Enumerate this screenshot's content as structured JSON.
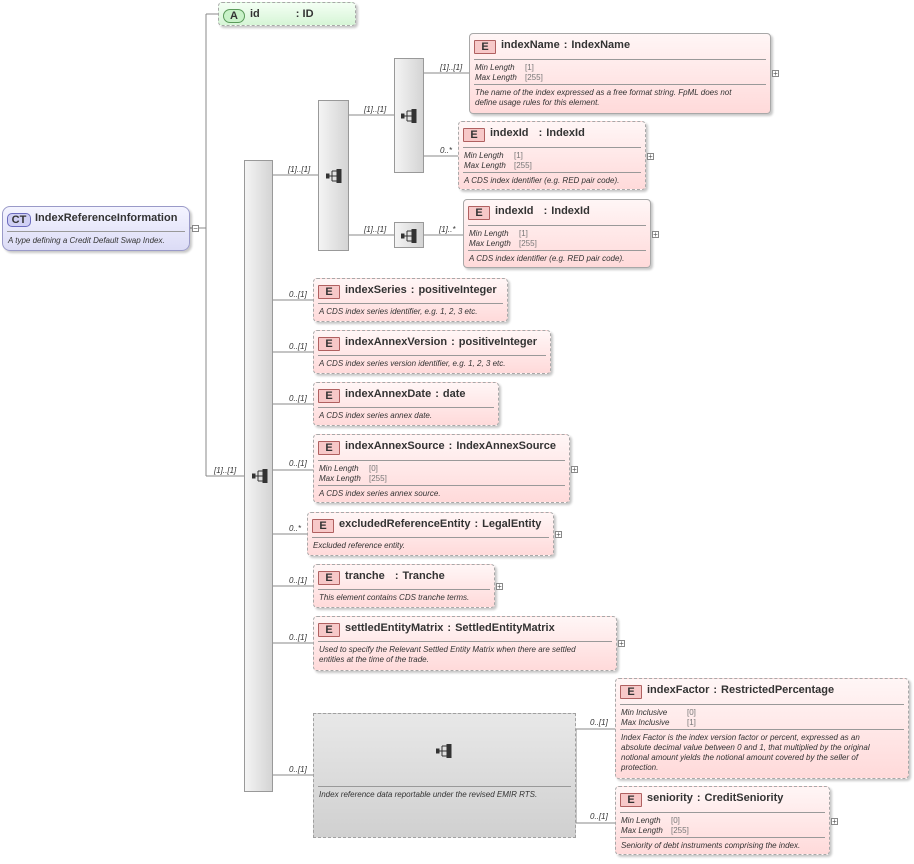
{
  "attribute": {
    "badge": "A",
    "name": "id",
    "type": "ID"
  },
  "root": {
    "badge": "CT",
    "name": "IndexReferenceInformation",
    "doc": "A type defining a Credit Default Swap Index."
  },
  "facet_labels": {
    "min_length": "Min Length",
    "max_length": "Max Length",
    "min_inclusive": "Min Inclusive",
    "max_inclusive": "Max Inclusive"
  },
  "elements": {
    "indexName": {
      "badge": "E",
      "name": "indexName",
      "type": "IndexName",
      "min": "[1]",
      "max": "[255]",
      "doc1": "The name of the index expressed as a free format string. FpML does not",
      "doc2": "define usage rules for this element."
    },
    "indexId1": {
      "badge": "E",
      "name": "indexId",
      "type": "IndexId",
      "min": "[1]",
      "max": "[255]",
      "doc1": "A CDS index identifier (e.g. RED pair code)."
    },
    "indexId2": {
      "badge": "E",
      "name": "indexId",
      "type": "IndexId",
      "min": "[1]",
      "max": "[255]",
      "doc1": "A CDS index identifier (e.g. RED pair code)."
    },
    "indexSeries": {
      "badge": "E",
      "name": "indexSeries",
      "type": "positiveInteger",
      "doc1": "A CDS index series identifier, e.g. 1, 2, 3 etc."
    },
    "indexAnnexVersion": {
      "badge": "E",
      "name": "indexAnnexVersion",
      "type": "positiveInteger",
      "doc1": "A CDS index series version identifier, e.g. 1, 2, 3 etc."
    },
    "indexAnnexDate": {
      "badge": "E",
      "name": "indexAnnexDate",
      "type": "date",
      "doc1": "A CDS index series annex date."
    },
    "indexAnnexSource": {
      "badge": "E",
      "name": "indexAnnexSource",
      "type": "IndexAnnexSource",
      "min": "[0]",
      "max": "[255]",
      "doc1": "A CDS index series annex source."
    },
    "excludedReferenceEntity": {
      "badge": "E",
      "name": "excludedReferenceEntity",
      "type": "LegalEntity",
      "doc1": "Excluded reference entity."
    },
    "tranche": {
      "badge": "E",
      "name": "tranche",
      "type": "Tranche",
      "doc1": "This element contains CDS tranche terms."
    },
    "settledEntityMatrix": {
      "badge": "E",
      "name": "settledEntityMatrix",
      "type": "SettledEntityMatrix",
      "doc1": "Used to specify the Relevant Settled Entity Matrix when there are settled",
      "doc2": "entities at the time of the trade."
    },
    "indexFactor": {
      "badge": "E",
      "name": "indexFactor",
      "type": "RestrictedPercentage",
      "min": "[0]",
      "max": "[1]",
      "doc1": "Index Factor is the index version factor or percent, expressed as an",
      "doc2": "absolute decimal value between 0 and 1, that multiplied by the original",
      "doc3": "notional amount yields the notional amount covered by the seller of",
      "doc4": "protection."
    },
    "seniority": {
      "badge": "E",
      "name": "seniority",
      "type": "CreditSeniority",
      "min": "[0]",
      "max": "[255]",
      "doc1": "Seniority of debt instruments comprising the index."
    }
  },
  "group": {
    "doc": "Index reference data reportable under the revised EMIR RTS."
  },
  "occurrences": {
    "root_seq": "[1]..[1]",
    "choice_seq": "[1]..[1]",
    "inner_seq": "[1]..[1]",
    "indexName": "[1]..[1]",
    "indexId1": "0..*",
    "inner_seq2": "[1]..[1]",
    "indexId2": "[1]..*",
    "indexSeries": "0..[1]",
    "indexAnnexVersion": "0..[1]",
    "indexAnnexDate": "0..[1]",
    "indexAnnexSource": "0..[1]",
    "excludedReferenceEntity": "0..*",
    "tranche": "0..[1]",
    "settledEntityMatrix": "0..[1]",
    "group": "0..[1]",
    "indexFactor": "0..[1]",
    "seniority": "0..[1]"
  },
  "colors": {
    "element_bg": "#ffdada",
    "complex_type_badge": "#d0d0f4",
    "attribute_badge": "#c8f2c8",
    "sequence_bg": "#dcdcdc"
  }
}
